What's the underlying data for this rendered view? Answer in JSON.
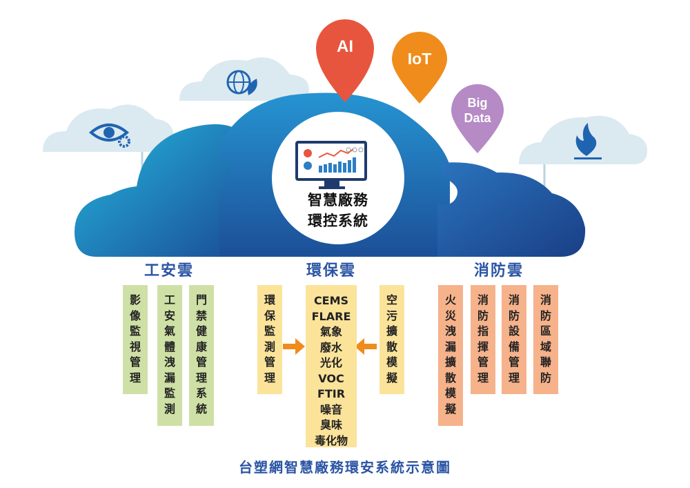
{
  "center": {
    "line1": "智慧廠務",
    "line2": "環控系統"
  },
  "pins": {
    "ai": "AI",
    "iot": "IoT",
    "big_line1": "Big",
    "big_line2": "Data"
  },
  "categories": {
    "safety": {
      "title": "工安雲",
      "color": "#2a54a4"
    },
    "environment": {
      "title": "環保雲",
      "color": "#2a54a4"
    },
    "fire": {
      "title": "消防雲",
      "color": "#2a54a4"
    }
  },
  "safety_boxes": [
    {
      "chars": [
        "影",
        "像",
        "監",
        "視",
        "管",
        "理"
      ]
    },
    {
      "chars": [
        "工",
        "安",
        "氣",
        "體",
        "洩",
        "漏",
        "監",
        "測"
      ]
    },
    {
      "chars": [
        "門",
        "禁",
        "健",
        "康",
        "管",
        "理",
        "系",
        "統"
      ]
    }
  ],
  "env_left": {
    "chars": [
      "環",
      "保",
      "監",
      "測",
      "管",
      "理"
    ]
  },
  "env_center": [
    "CEMS",
    "FLARE",
    "氣象",
    "廢水",
    "光化",
    "VOC",
    "FTIR",
    "噪音",
    "臭味",
    "毒化物"
  ],
  "env_right": {
    "chars": [
      "空",
      "污",
      "擴",
      "散",
      "模",
      "擬"
    ]
  },
  "fire_boxes": [
    {
      "chars": [
        "火",
        "災",
        "洩",
        "漏",
        "擴",
        "散",
        "模",
        "擬"
      ]
    },
    {
      "chars": [
        "消",
        "防",
        "指",
        "揮",
        "管",
        "理"
      ]
    },
    {
      "chars": [
        "消",
        "防",
        "設",
        "備",
        "管",
        "理"
      ]
    },
    {
      "chars": [
        "消",
        "防",
        "區",
        "域",
        "聯",
        "防"
      ]
    }
  ],
  "footer": "台塑網智慧廠務環安系統示意圖",
  "colors": {
    "cloud_dark": "#1d4f9a",
    "cloud_mid": "#2b7fc4",
    "cloud_light": "#1fb0d8",
    "small_cloud": "#dbe9f1",
    "ai_pin": "#e8553e",
    "iot_pin": "#f08c1b",
    "bigdata_pin": "#b58ac5",
    "icon_blue": "#1f64b0"
  }
}
